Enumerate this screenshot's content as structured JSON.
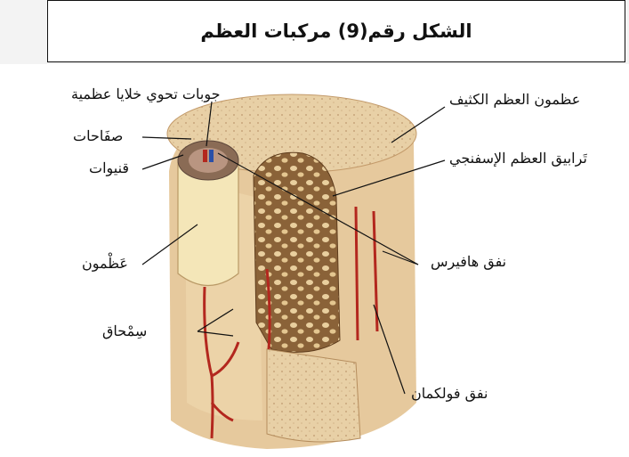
{
  "title": "الشكل رقم(9) مركبات العظم",
  "labels": {
    "cavities": "جوبات تحوي خلايا عظمية",
    "lamellae": "صفَاحات",
    "canaliculi": "قنيوات",
    "osteon": "عَظْمون",
    "periosteum": "سِمْحاق",
    "compact_osteon": "عظمون العظم الكثيف",
    "spongy_trabeculae": "تَرابيق العظم الإسفنجي",
    "haversian": "نفق هافيرس",
    "volkmann": "نفق فولكمان"
  },
  "colors": {
    "bone": "#eed9b4",
    "vessel_red": "#b3271e",
    "vessel_blue": "#2a4fa8",
    "spongy": "#7a5530"
  }
}
